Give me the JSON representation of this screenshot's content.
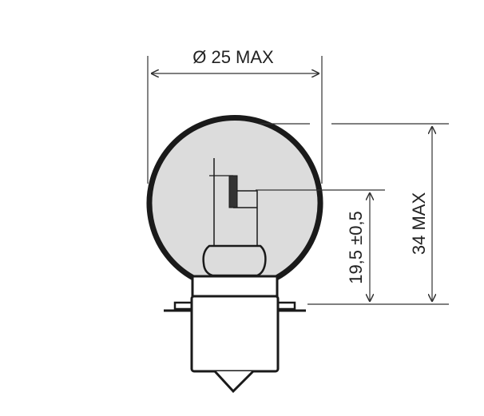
{
  "dimensions": {
    "diameter": "Ø 25 MAX",
    "height": "34 MAX",
    "light_center": "19,5 ±0,5"
  },
  "colors": {
    "outline": "#1a1a1a",
    "glass": "#dcdcdc",
    "dimension_line": "#333333"
  }
}
